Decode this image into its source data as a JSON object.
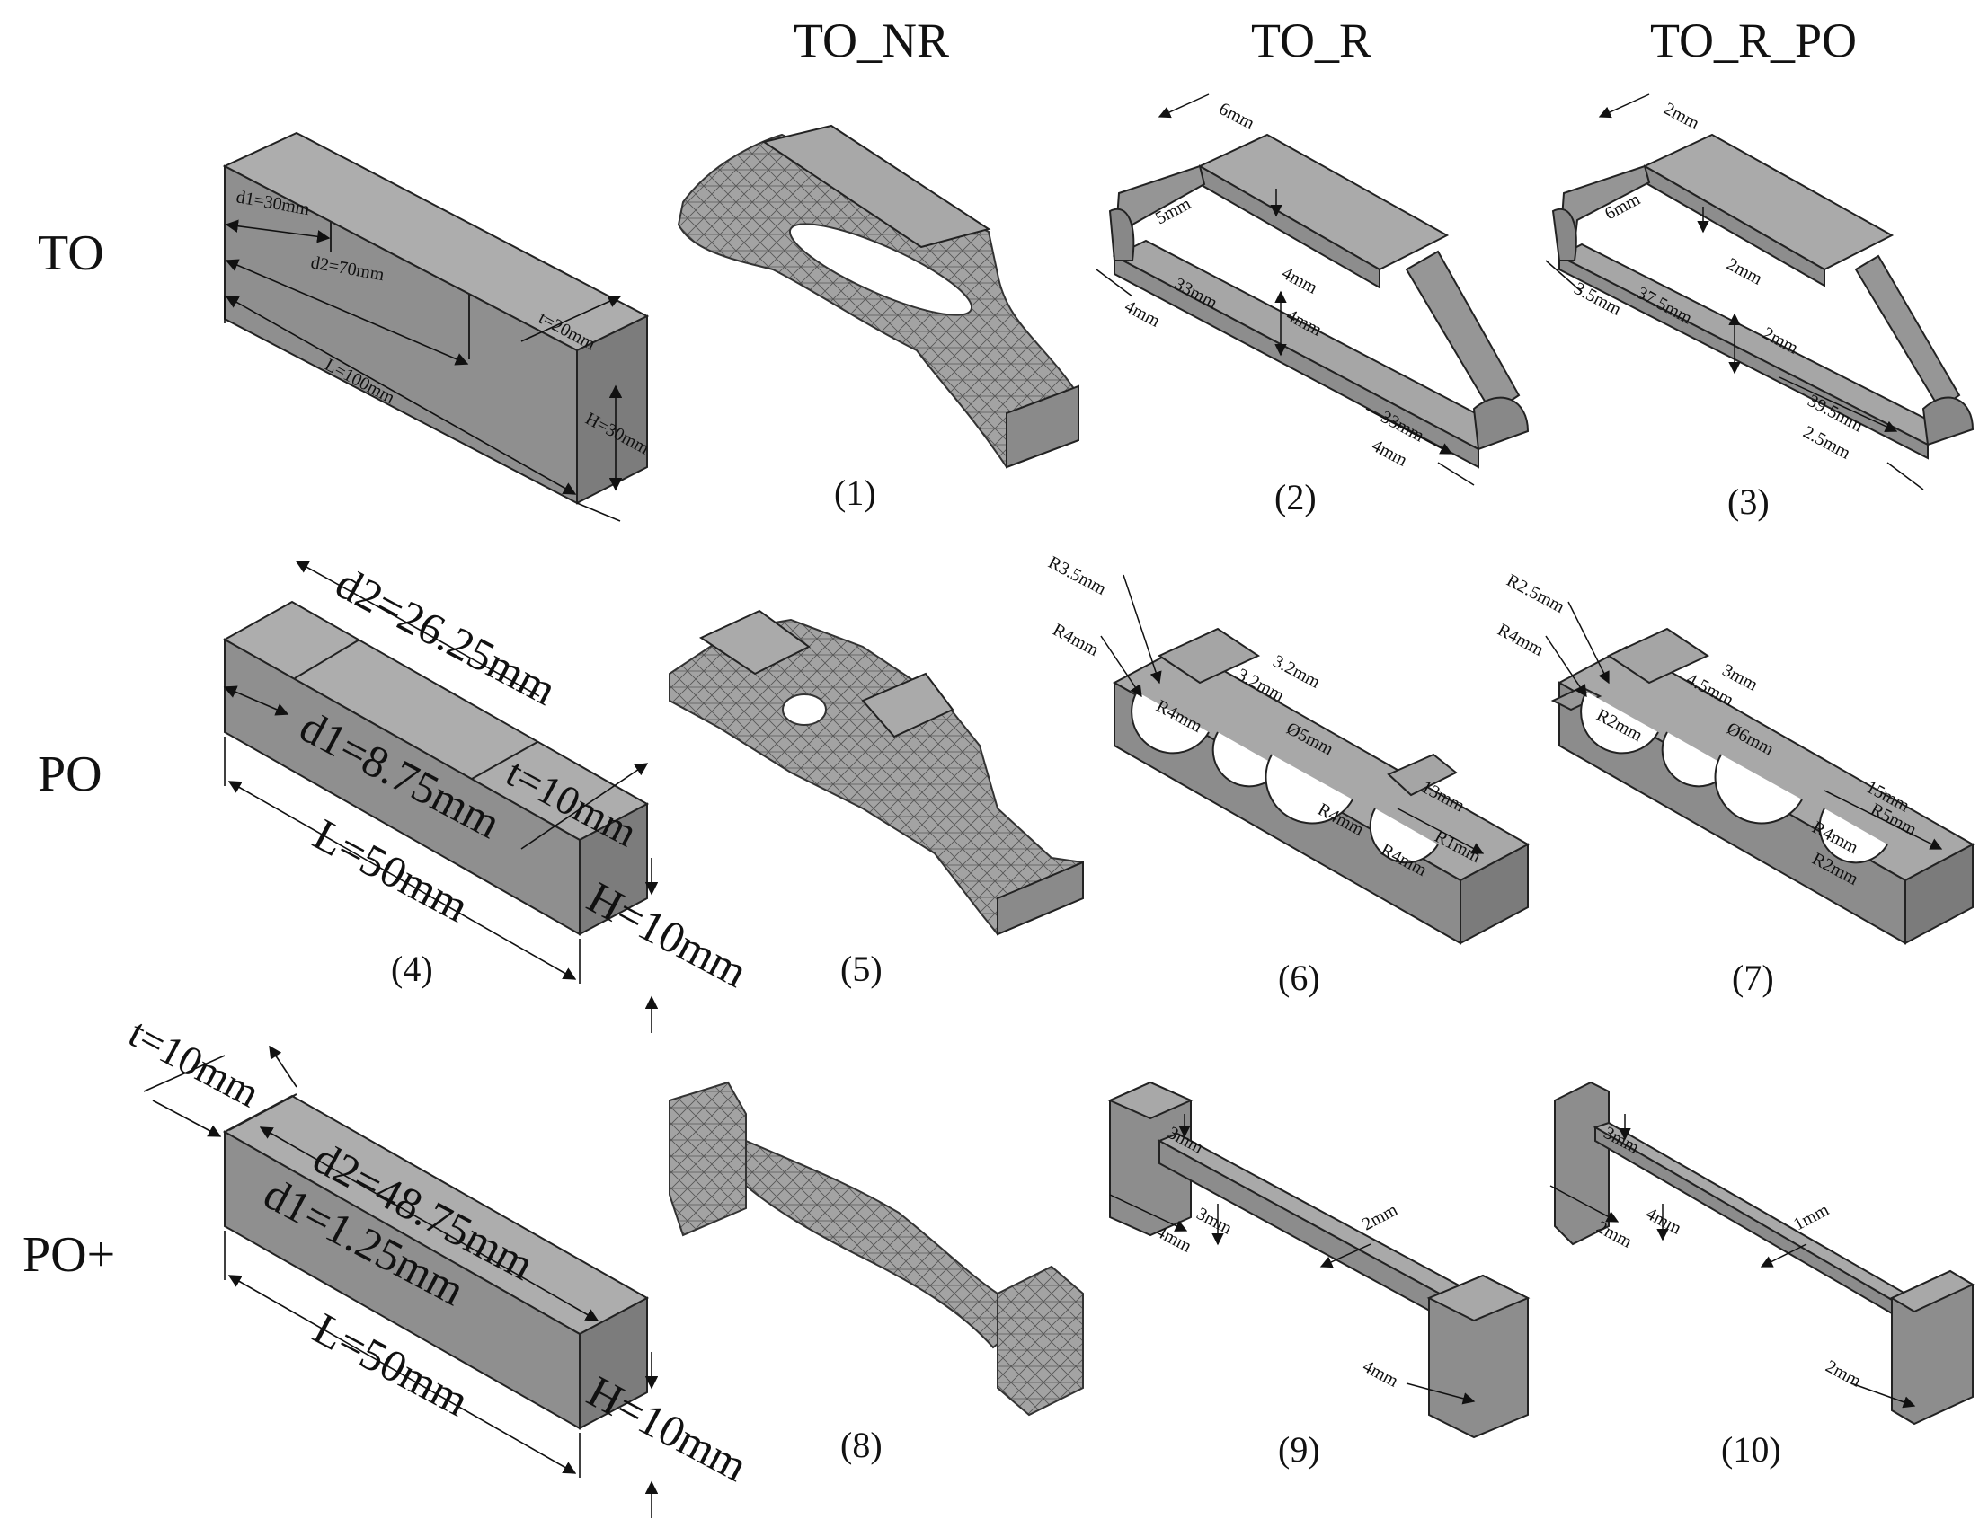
{
  "column_headers": [
    "TO_NR",
    "TO_R",
    "TO_R_PO"
  ],
  "row_labels": [
    "TO",
    "PO",
    "PO+"
  ],
  "panel_numbers": [
    "(1)",
    "(2)",
    "(3)",
    "(4)",
    "(5)",
    "(6)",
    "(7)",
    "(8)",
    "(9)",
    "(10)"
  ],
  "dims": {
    "to_box": {
      "d1": "d1=30mm",
      "d2": "d2=70mm",
      "L": "L=100mm",
      "t": "t=20mm",
      "H": "H=30mm"
    },
    "po_box": {
      "d2": "d2=26.25mm",
      "d1": "d1=8.75mm",
      "L": "L=50mm",
      "t": "t=10mm",
      "H": "H=10mm"
    },
    "poplus_box": {
      "t": "t=10mm",
      "d2": "d2=48.75mm",
      "d1": "d1=1.25mm",
      "L": "L=50mm",
      "H": "H=10mm"
    },
    "p2": [
      "6mm",
      "5mm",
      "4mm",
      "33mm",
      "4mm",
      "4mm",
      "33mm",
      "4mm"
    ],
    "p3": [
      "2mm",
      "6mm",
      "2mm",
      "3.5mm",
      "37.5mm",
      "2mm",
      "39.5mm",
      "2.5mm"
    ],
    "p6": [
      "R3.5mm",
      "R4mm",
      "3.2mm",
      "3.2mm",
      "R4mm",
      "Ø5mm",
      "13mm",
      "R4mm",
      "R1mm",
      "R4mm"
    ],
    "p7": [
      "R2.5mm",
      "R4mm",
      "4.5mm",
      "3mm",
      "R2mm",
      "Ø6mm",
      "15mm",
      "R4mm",
      "R5mm",
      "R2mm"
    ],
    "p9": [
      "3mm",
      "3mm",
      "4mm",
      "2mm",
      "4mm"
    ],
    "p10": [
      "3mm",
      "2mm",
      "4mm",
      "1mm",
      "2mm"
    ]
  },
  "colors": {
    "top": "#a9a9a9",
    "front": "#8c8c8c",
    "side": "#7a7a7a",
    "mesh": "#9c9c9c",
    "line": "#222222"
  }
}
